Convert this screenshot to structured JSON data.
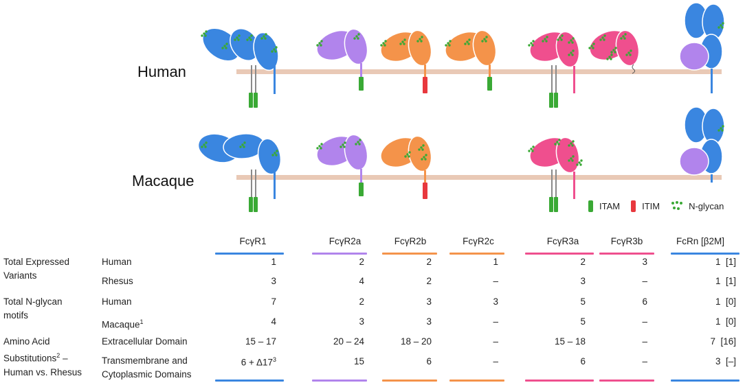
{
  "colors": {
    "fcgr1": "#3a86e0",
    "fcgr2a": "#b184ec",
    "fcgr2b": "#f4934a",
    "fcgr2c": "#f4934a",
    "fcgr3a": "#ef4f8e",
    "fcgr3b": "#ef4f8e",
    "fcrn": "#3a86e0",
    "b2m": "#b184ec",
    "membrane": "#e9c9b6",
    "itam": "#3aa935",
    "itim": "#e8383e",
    "chain_grey": "#8a8a8a",
    "nglycan": "#3aa935"
  },
  "species": {
    "human": "Human",
    "macaque": "Macaque"
  },
  "legend": {
    "itam": "ITAM",
    "itim": "ITIM",
    "nglycan": "N-glycan"
  },
  "table": {
    "columns": [
      "FcγR1",
      "FcγR2a",
      "FcγR2b",
      "FcγR2c",
      "FcγR3a",
      "FcγR3b",
      "FcRn [β2M]"
    ],
    "groups": [
      {
        "label": "Total Expressed Variants",
        "rows": [
          {
            "sub": "Human",
            "values": [
              "1",
              "2",
              "2",
              "1",
              "2",
              "3",
              "1  [1]"
            ]
          },
          {
            "sub": "Rhesus",
            "values": [
              "3",
              "4",
              "2",
              "–",
              "3",
              "–",
              "1  [1]"
            ]
          }
        ]
      },
      {
        "label": "Total N-glycan motifs",
        "rows": [
          {
            "sub": "Human",
            "values": [
              "7",
              "2",
              "3",
              "3",
              "5",
              "6",
              "1  [0]"
            ]
          },
          {
            "sub": "Macaque",
            "sub_sup": "1",
            "values": [
              "4",
              "3",
              "3",
              "–",
              "5",
              "–",
              "1  [0]"
            ]
          }
        ]
      },
      {
        "label": "Amino Acid Substitutions",
        "label_sup": "2",
        "label_tail": " – Human vs. Rhesus",
        "rows": [
          {
            "sub": "Extracellular Domain",
            "values": [
              "15 – 17",
              "20 – 24",
              "18 – 20",
              "–",
              "15 – 18",
              "–",
              "7  [16]"
            ]
          },
          {
            "sub": "Transmembrane and Cytoplasmic Domains",
            "values": [
              "6 + Δ17",
              "15",
              "6",
              "–",
              "6",
              "–",
              "3  [–]"
            ],
            "sup_first": "3"
          }
        ]
      }
    ]
  }
}
